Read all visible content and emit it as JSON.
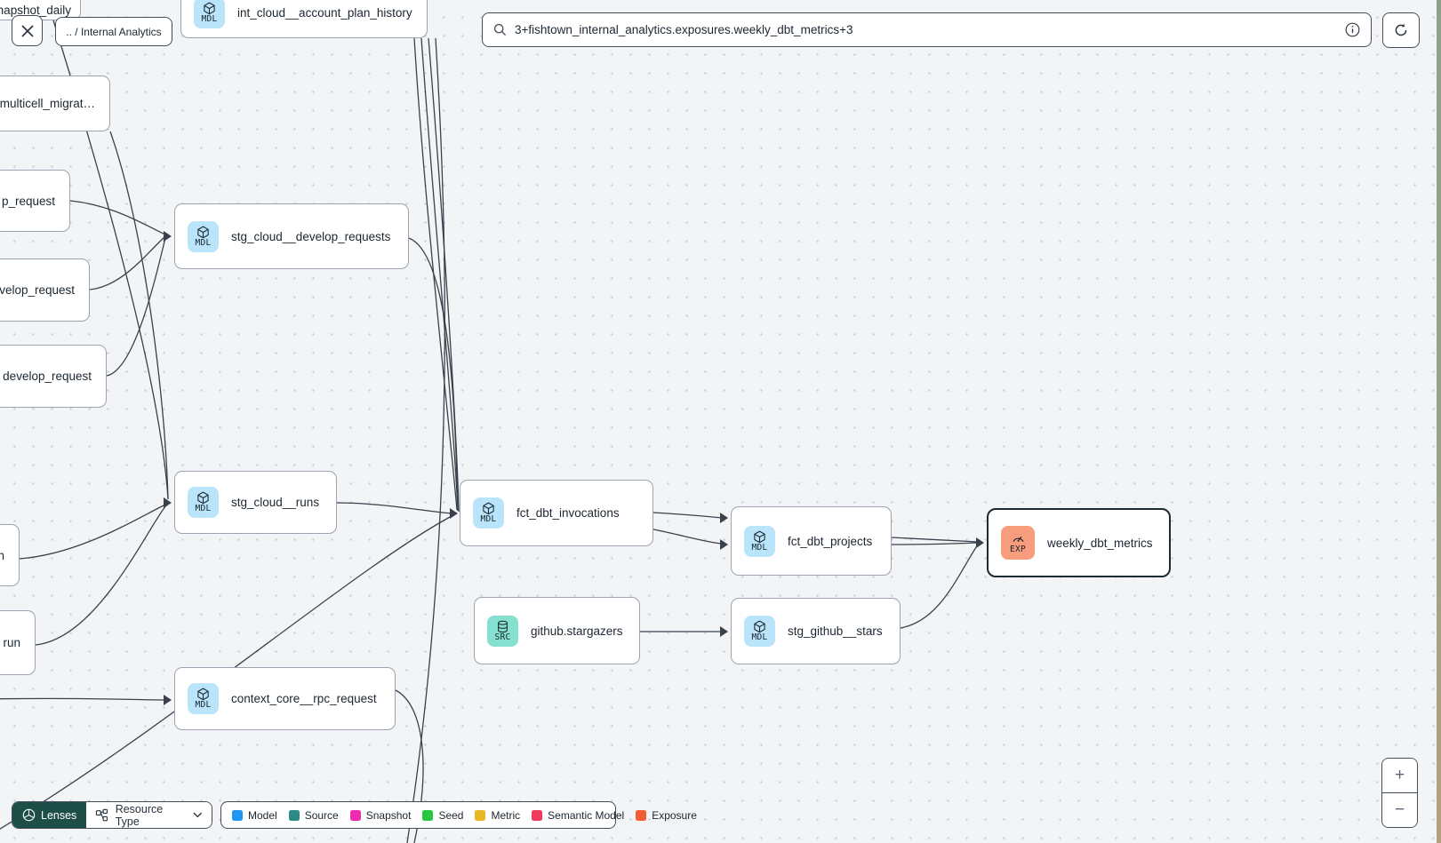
{
  "header": {
    "breadcrumb": ".. / Internal Analytics",
    "search_value": "3+fishtown_internal_analytics.exposures.weekly_dbt_metrics+3"
  },
  "badge_styles": {
    "model": {
      "text": "MDL",
      "color": "#b9e4f9"
    },
    "source": {
      "text": "SRC",
      "color": "#85e0cf"
    },
    "exposure": {
      "text": "EXP",
      "color": "#f89c7e"
    }
  },
  "nodes": [
    {
      "id": "snapshot_daily",
      "type": "model",
      "label": "snapshot_daily",
      "cut": "top-left",
      "badge_hidden": true
    },
    {
      "id": "int_cloud",
      "type": "model",
      "label": "int_cloud__account_plan_history"
    },
    {
      "id": "multicell",
      "type": "model",
      "label": "multicell_migrat…",
      "cut": "left",
      "badge_hidden": true
    },
    {
      "id": "p_request",
      "type": "model",
      "label": "p_request",
      "cut": "left",
      "badge_hidden": true
    },
    {
      "id": "stg_cloud_develop",
      "type": "model",
      "label": "stg_cloud__develop_requests"
    },
    {
      "id": "velop_request",
      "type": "model",
      "label": "velop_request",
      "cut": "left",
      "badge_hidden": true
    },
    {
      "id": "develop_request",
      "type": "model",
      "label": "develop_request",
      "cut": "left",
      "badge_hidden": true
    },
    {
      "id": "stg_cloud_runs",
      "type": "model",
      "label": "stg_cloud__runs"
    },
    {
      "id": "n_node",
      "type": "model",
      "label": "n",
      "cut": "left",
      "badge_hidden": true
    },
    {
      "id": "run_node",
      "type": "model",
      "label": "run",
      "cut": "left",
      "badge_hidden": true
    },
    {
      "id": "fct_dbt_invocations",
      "type": "model",
      "label": "fct_dbt_invocations"
    },
    {
      "id": "context_core",
      "type": "model",
      "label": "context_core__rpc_request"
    },
    {
      "id": "github_stargazers",
      "type": "source",
      "label": "github.stargazers"
    },
    {
      "id": "fct_dbt_projects",
      "type": "model",
      "label": "fct_dbt_projects"
    },
    {
      "id": "stg_github_stars",
      "type": "model",
      "label": "stg_github__stars"
    },
    {
      "id": "weekly_dbt_metrics",
      "type": "exposure",
      "label": "weekly_dbt_metrics",
      "selected": true
    }
  ],
  "lenses": {
    "button_label": "Lenses",
    "resource_type_label": "Resource Type"
  },
  "legend": {
    "items": [
      {
        "label": "Model",
        "color": "#2095f2"
      },
      {
        "label": "Source",
        "color": "#2d8b87"
      },
      {
        "label": "Snapshot",
        "color": "#ee2cb1"
      },
      {
        "label": "Seed",
        "color": "#27c840"
      },
      {
        "label": "Metric",
        "color": "#e9b626"
      },
      {
        "label": "Semantic Model",
        "color": "#ee3a5d"
      },
      {
        "label": "Exposure",
        "color": "#f45c35"
      }
    ]
  },
  "zoom_controls": {
    "zoom_in": "+",
    "zoom_out": "−"
  }
}
